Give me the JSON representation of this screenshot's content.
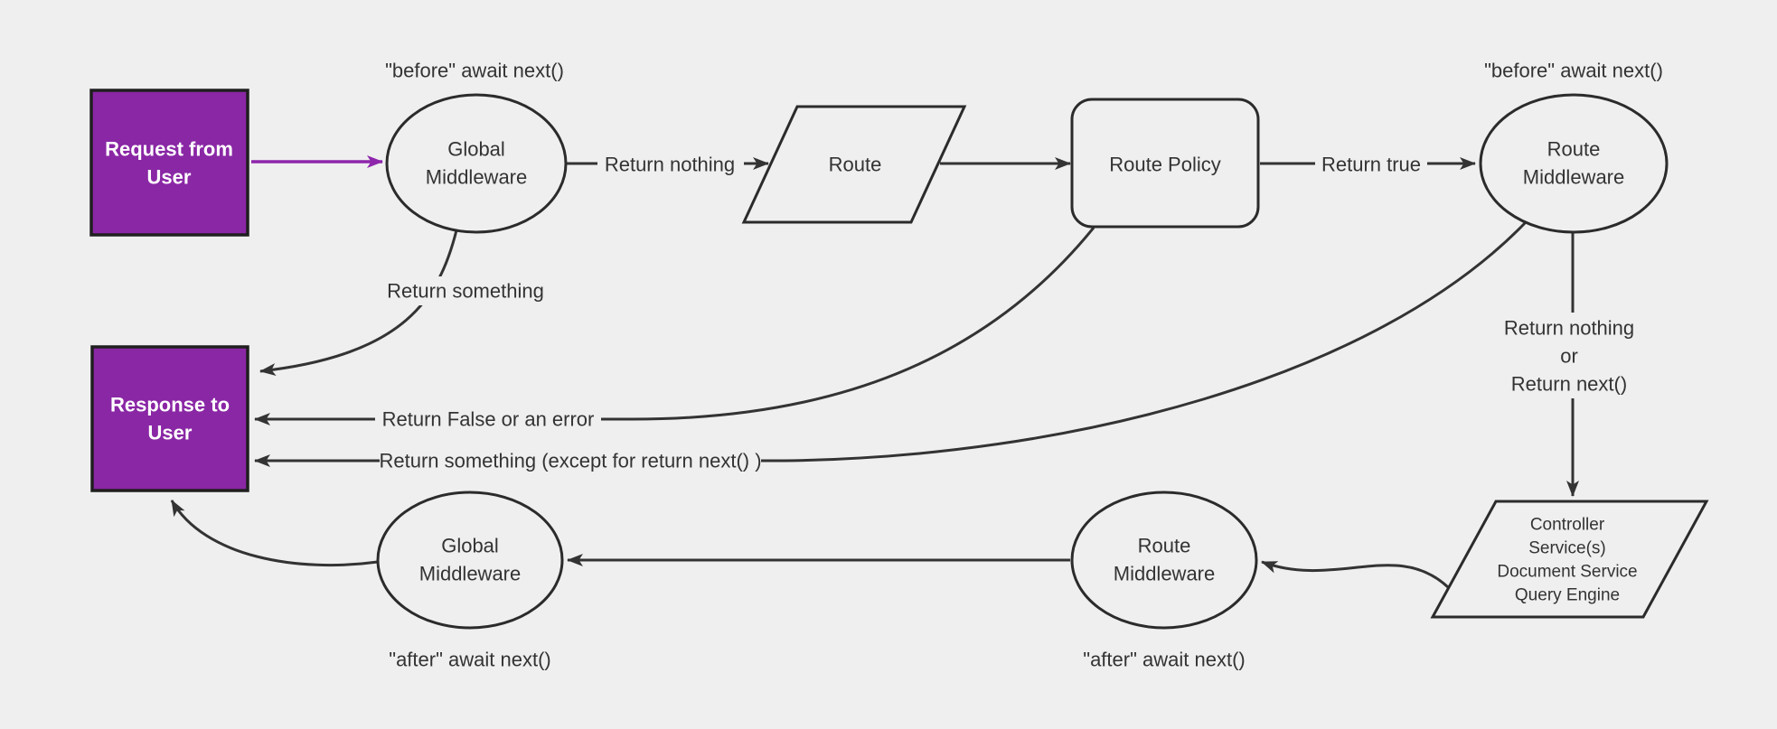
{
  "diagram": {
    "title": "Middleware request and response lifecycle flowchart",
    "colors": {
      "background": "#efefef",
      "line": "#333333",
      "accent": "#8A27A5",
      "accent_arrow": "#8E26AC",
      "node_border": "#2b2b2b",
      "text": "#333333",
      "terminal_text": "#ffffff"
    },
    "nodes": {
      "request": {
        "lines": [
          "Request from",
          "User"
        ]
      },
      "global_middleware_before": {
        "lines": [
          "Global",
          "Middleware"
        ]
      },
      "route": {
        "label": "Route"
      },
      "route_policy": {
        "label": "Route Policy"
      },
      "route_middleware_before": {
        "lines": [
          "Route",
          "Middleware"
        ]
      },
      "controller": {
        "lines": [
          "Controller",
          "Service(s)",
          "Document Service",
          "Query Engine"
        ]
      },
      "response": {
        "lines": [
          "Response to",
          "User"
        ]
      },
      "global_middleware_after": {
        "lines": [
          "Global",
          "Middleware"
        ]
      },
      "route_middleware_after": {
        "lines": [
          "Route",
          "Middleware"
        ]
      }
    },
    "edge_labels": {
      "return_nothing": "Return nothing",
      "return_true": "Return true",
      "return_something": "Return something",
      "return_false_or_error": "Return False or an error",
      "return_something_except": "Return something (except for return next() )",
      "return_nothing_or": [
        "Return nothing",
        "or",
        "Return next()"
      ]
    },
    "annotations": {
      "before_await_global": "\"before\" await next()",
      "before_await_route": "\"before\" await next()",
      "after_await_global": "\"after\" await next()",
      "after_await_route": "\"after\" await next()"
    }
  }
}
